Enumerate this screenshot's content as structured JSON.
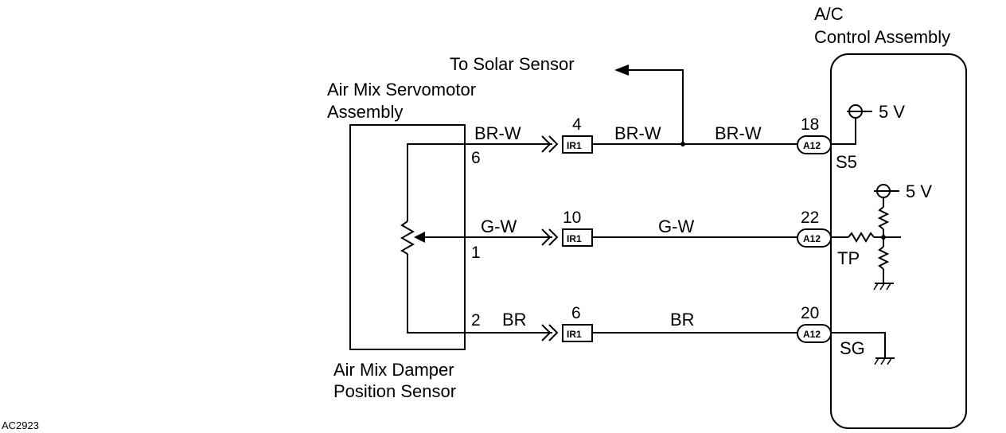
{
  "code": "AC2923",
  "labels": {
    "acc_line1": "A/C",
    "acc_line2": "Control Assembly",
    "servo_line1": "Air Mix Servomotor",
    "servo_line2": "Assembly",
    "sensor_line1": "Air Mix Damper",
    "sensor_line2": "Position Sensor",
    "solar": "To Solar Sensor"
  },
  "sensor_pins": {
    "top": "6",
    "mid": "1",
    "bot": "2"
  },
  "wires": [
    {
      "color_left": "BR-W",
      "color_mid": "BR-W",
      "color_right": "BR-W"
    },
    {
      "color_left": "G-W",
      "color_mid": "G-W"
    },
    {
      "color_left": "BR",
      "color_mid": "BR"
    }
  ],
  "ir1_connectors": [
    {
      "pin": "4",
      "name": "IR1"
    },
    {
      "pin": "10",
      "name": "IR1"
    },
    {
      "pin": "6",
      "name": "IR1"
    }
  ],
  "a12_connectors": [
    {
      "pin": "18",
      "name": "A12",
      "terminal": "S5"
    },
    {
      "pin": "22",
      "name": "A12",
      "terminal": "TP"
    },
    {
      "pin": "20",
      "name": "A12",
      "terminal": "SG"
    }
  ],
  "supply": {
    "v1": "5 V",
    "v2": "5 V"
  }
}
